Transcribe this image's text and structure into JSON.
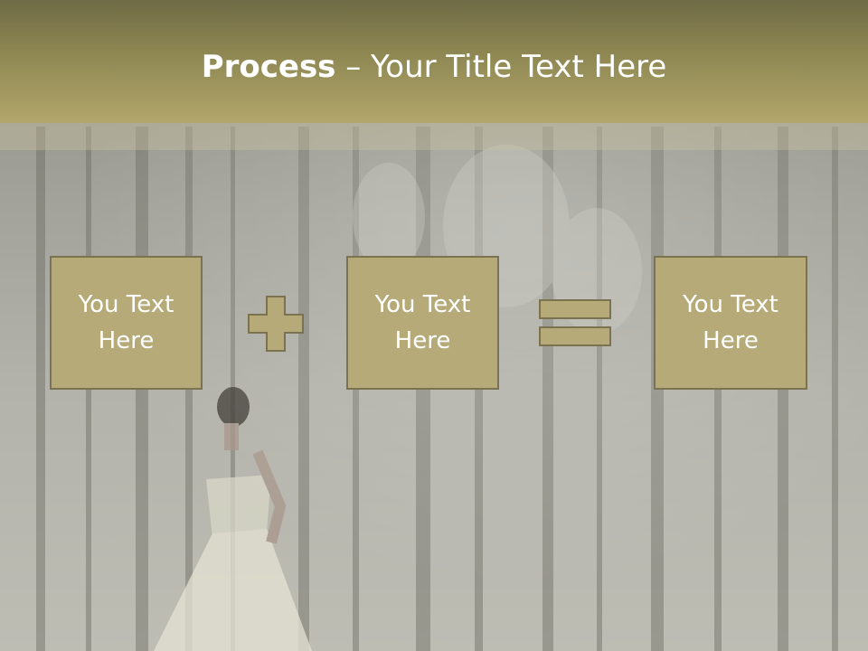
{
  "title": {
    "bold": "Process",
    "rest": " – Your Title Text Here"
  },
  "boxes": [
    {
      "text": "You Text\nHere"
    },
    {
      "text": "You Text\nHere"
    },
    {
      "text": "You Text\nHere"
    }
  ],
  "operators": [
    "plus",
    "equals"
  ],
  "colors": {
    "band": "#8f8853",
    "box": "#b5aa78",
    "box_border": "#7a7250",
    "text": "#ffffff"
  }
}
